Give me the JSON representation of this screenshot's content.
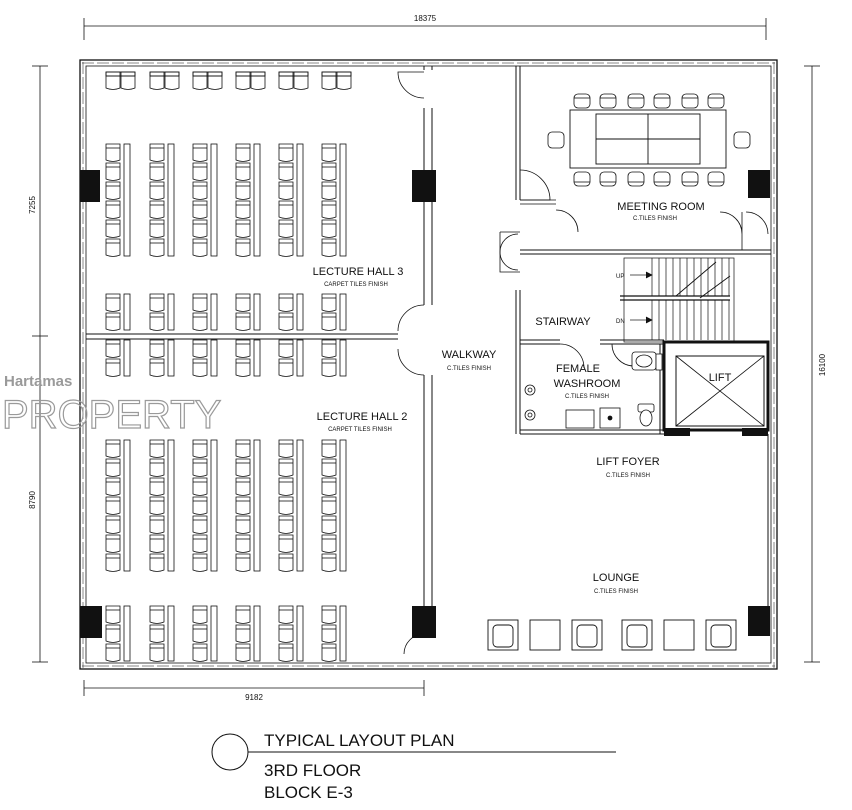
{
  "dimensions": {
    "top": "18375",
    "left_upper": "7255",
    "left_lower": "8790",
    "right": "16100",
    "bottom": "9182"
  },
  "rooms": {
    "lecture_hall_3": {
      "name": "LECTURE HALL 3",
      "finish": "CARPET TILES FINISH"
    },
    "lecture_hall_2": {
      "name": "LECTURE HALL 2",
      "finish": "CARPET TILES FINISH"
    },
    "walkway": {
      "name": "WALKWAY",
      "finish": "C.TILES FINISH"
    },
    "meeting_room": {
      "name": "MEETING ROOM",
      "finish": "C.TILES FINISH"
    },
    "stairway": {
      "name": "STAIRWAY",
      "up": "UP",
      "dn": "DN"
    },
    "female_washroom": {
      "name_line1": "FEMALE",
      "name_line2": "WASHROOM",
      "finish": "C.TILES FINISH"
    },
    "lift": {
      "name": "LIFT"
    },
    "lift_foyer": {
      "name": "LIFT FOYER",
      "finish": "C.TILES FINISH"
    },
    "lounge": {
      "name": "LOUNGE",
      "finish": "C.TILES FINISH"
    }
  },
  "title_block": {
    "title": "TYPICAL LAYOUT PLAN",
    "floor": "3RD FLOOR",
    "block": "BLOCK E-3"
  },
  "watermark": {
    "line1": "Hartamas",
    "line2": "PROPERTY"
  },
  "colors": {
    "line": "#111111",
    "column_fill": "#111111",
    "watermark": "#9a9a9a"
  }
}
